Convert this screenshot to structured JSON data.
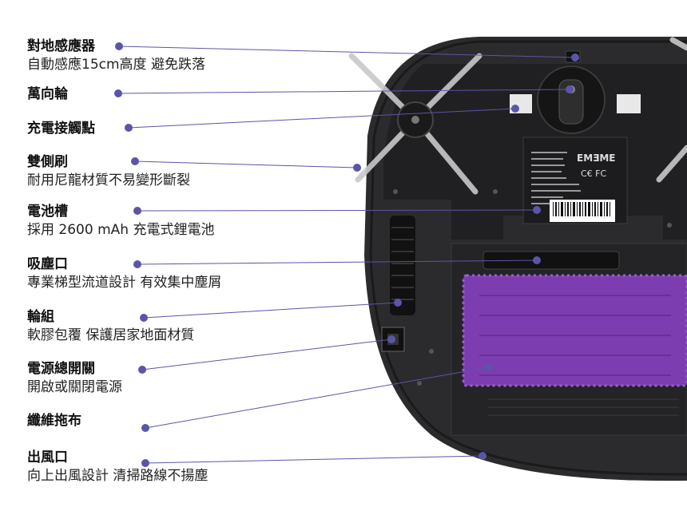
{
  "colors": {
    "accent": "#5a55a8",
    "body": "#2a2a2c",
    "mop": "#7b3db0"
  },
  "brand_logo": "EMEME",
  "features": [
    {
      "title": "對地感應器",
      "subtitle": "自動感應15cm高度  避免跌落"
    },
    {
      "title": "萬向輪",
      "subtitle": ""
    },
    {
      "title": "充電接觸點",
      "subtitle": ""
    },
    {
      "title": "雙側刷",
      "subtitle": "耐用尼龍材質不易變形斷裂"
    },
    {
      "title": "電池槽",
      "subtitle": "採用 2600 mAh 充電式鋰電池"
    },
    {
      "title": "吸塵口",
      "subtitle": "專業梯型流道設計  有效集中塵屑"
    },
    {
      "title": "輪組",
      "subtitle": "軟膠包覆  保護居家地面材質"
    },
    {
      "title": "電源總開關",
      "subtitle": "開啟或關閉電源"
    },
    {
      "title": "纖維拖布",
      "subtitle": ""
    },
    {
      "title": "出風口",
      "subtitle": "向上出風設計  清掃路線不揚塵"
    }
  ]
}
